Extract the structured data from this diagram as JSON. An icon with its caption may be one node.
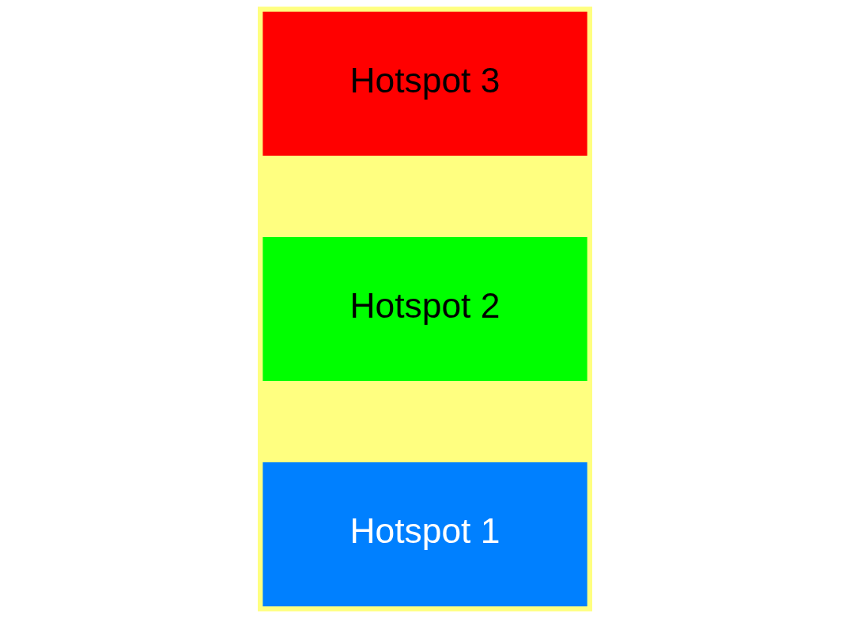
{
  "diagram": {
    "nodes": [
      {
        "text": [
          "Hotspot 1"
        ]
      },
      {
        "text": [
          "Hotspot 2"
        ]
      },
      {
        "text": [
          "Hotspot 3"
        ]
      }
    ],
    "edges": []
  }
}
